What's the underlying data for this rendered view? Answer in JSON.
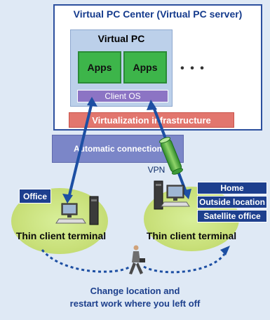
{
  "server": {
    "title": "Virtual PC Center (Virtual PC server)",
    "virtual_pc_title": "Virtual PC",
    "apps": [
      "Apps",
      "Apps"
    ],
    "ellipsis": "• • •",
    "client_os": "Client OS",
    "virtualization": "Virtualization infrastructure"
  },
  "connection": {
    "automatic": "Automatic connection",
    "vpn": "VPN"
  },
  "office_site": {
    "tag": "Office",
    "terminal_label": "Thin client terminal"
  },
  "remote_site": {
    "tags": [
      "Home",
      "Outside location",
      "Satellite office"
    ],
    "terminal_label": "Thin client terminal"
  },
  "footer": {
    "line1": "Change location and",
    "line2": "restart work where you left off"
  },
  "colors": {
    "server_border": "#2c4f9e",
    "apps_green": "#3db54a",
    "client_os_purple": "#8c74c4",
    "virtualization_red": "#e2766e",
    "automatic_connection": "#7b86c8",
    "vpn_tube": "#56b24a",
    "arrow_blue": "#1d4fa3",
    "tag_navy": "#1d3f8e",
    "site_ellipse": "#c9e07a"
  },
  "icons": {
    "office_terminal": "thin-client-computer-icon",
    "remote_terminal": "thin-client-computer-icon",
    "walker": "walking-person-icon"
  }
}
